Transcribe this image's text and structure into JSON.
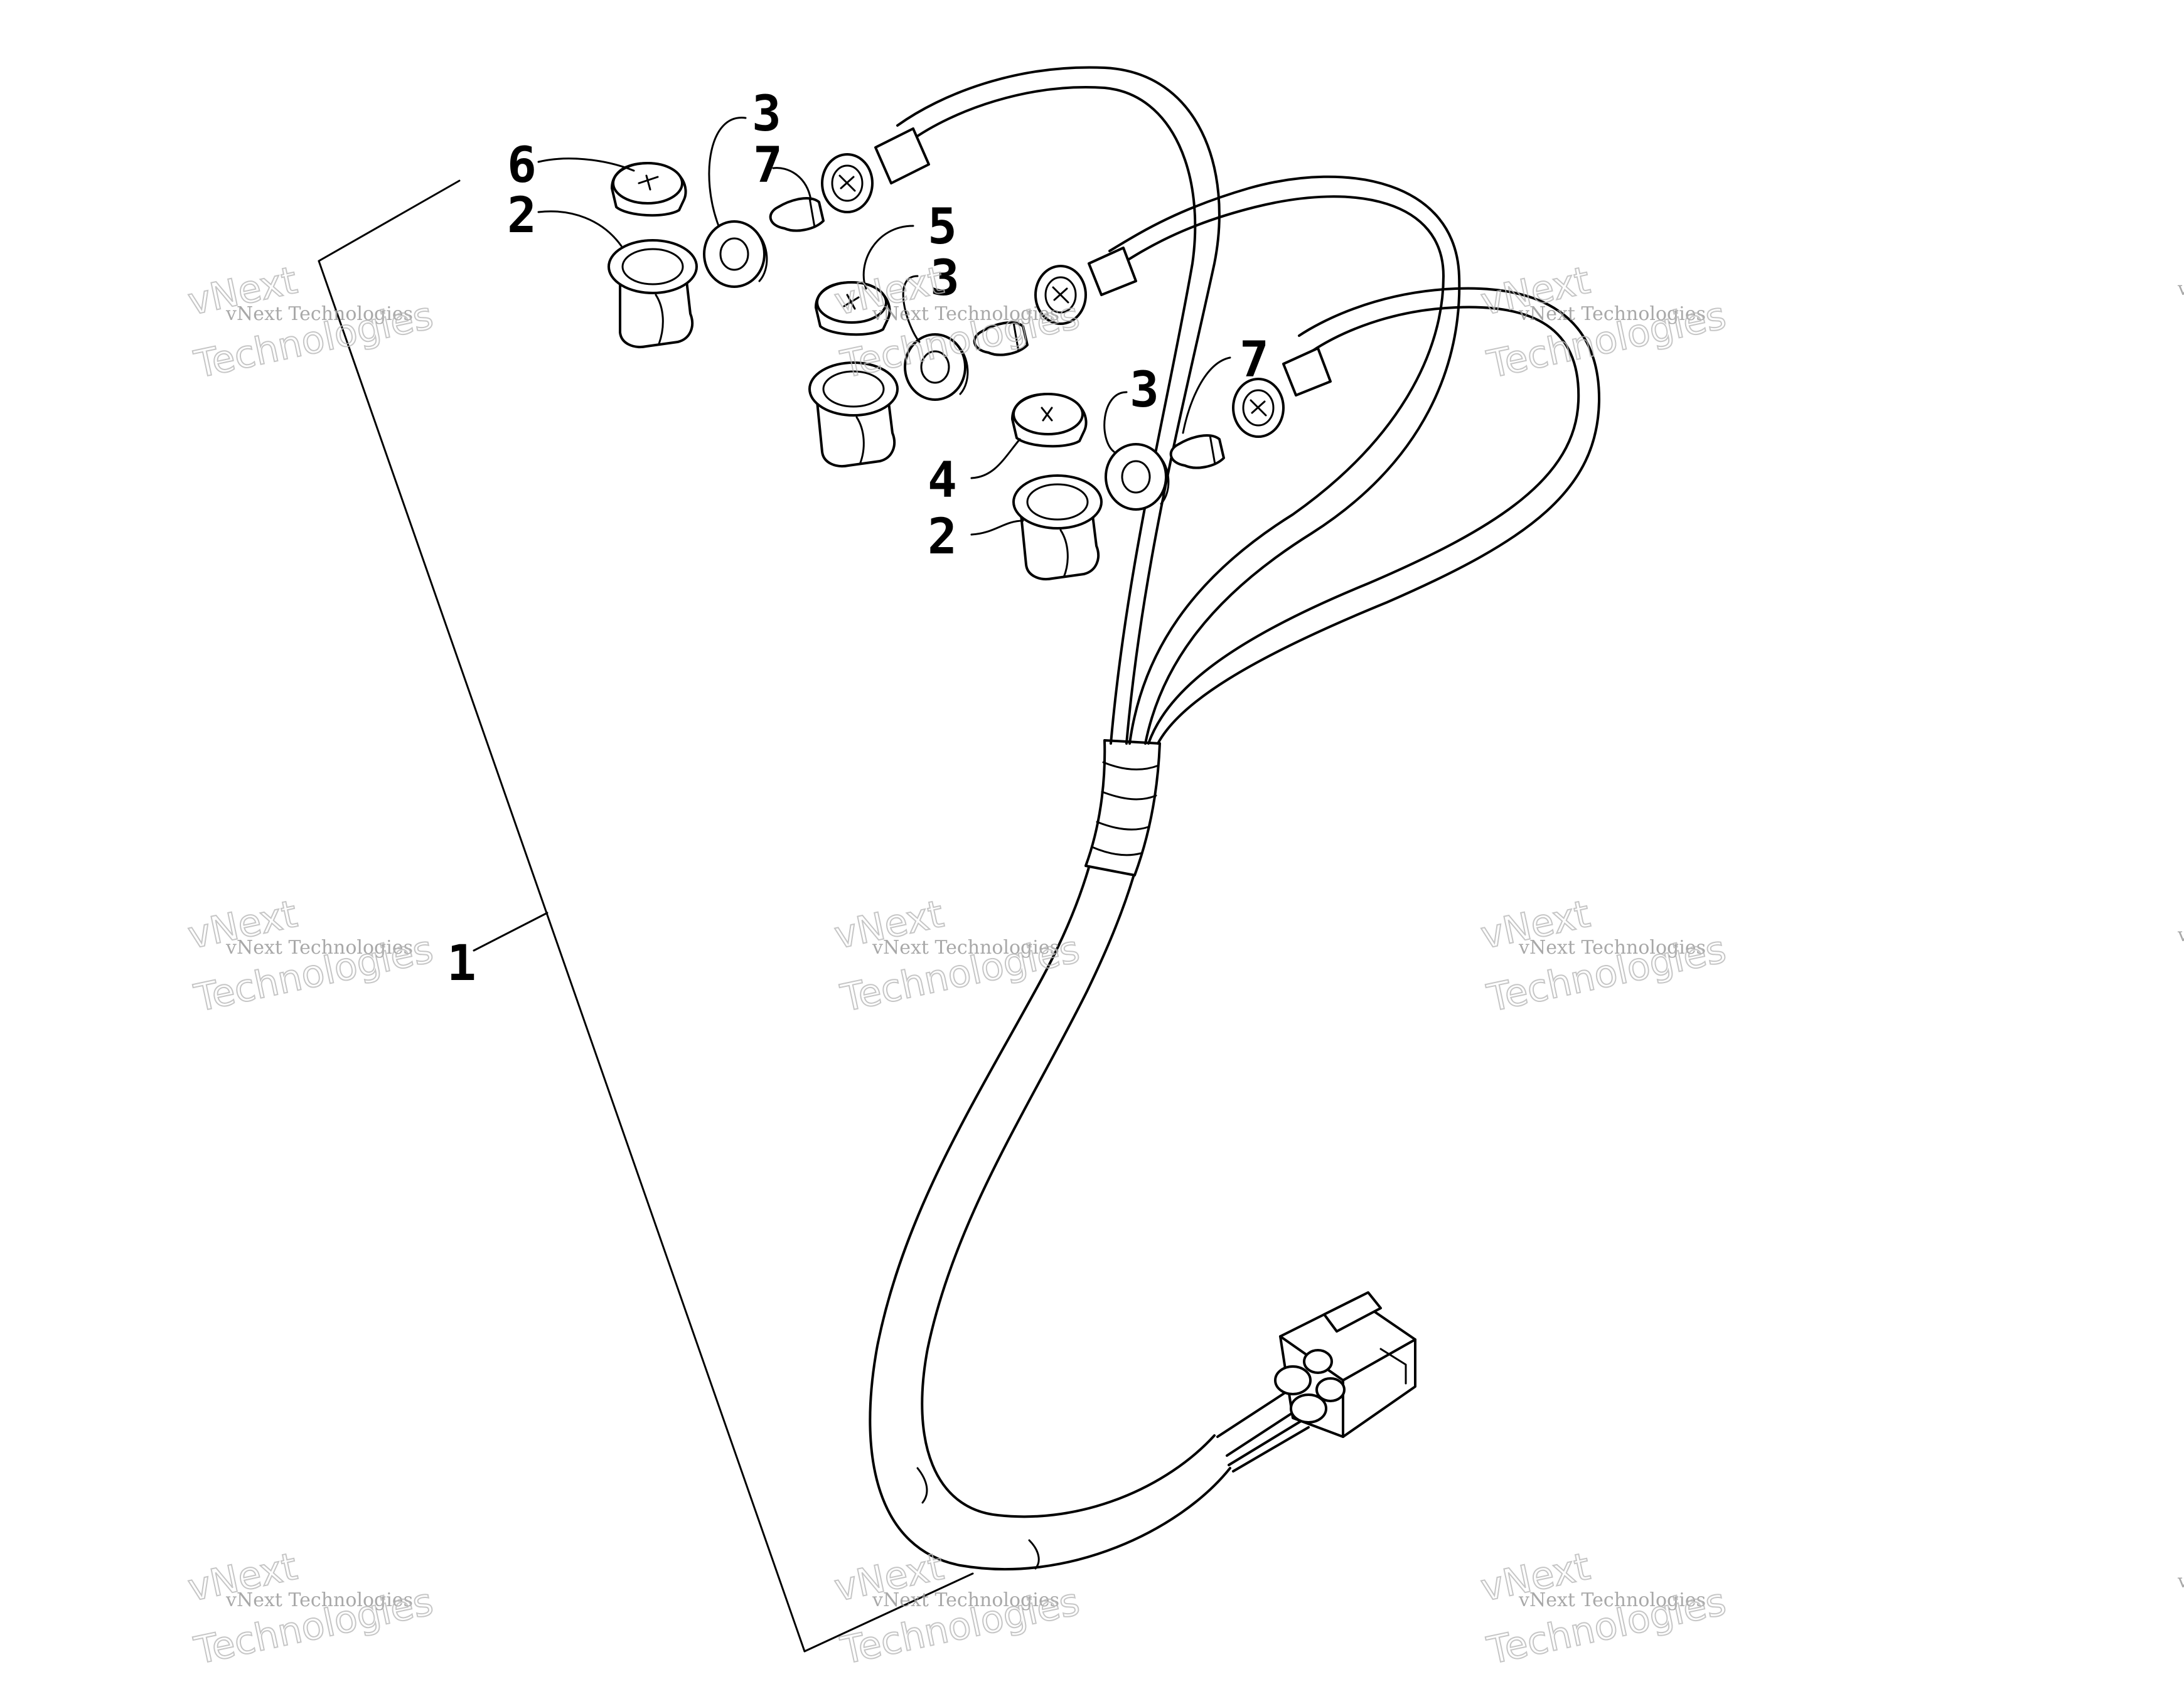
{
  "watermark": {
    "brand": "vNext",
    "line": "vNext Technologies",
    "big": "Technologies"
  },
  "callouts": [
    "1",
    "2",
    "2",
    "3",
    "3",
    "3",
    "4",
    "5",
    "6",
    "7",
    "7"
  ],
  "colors": {
    "ink": "#000000",
    "background": "#ffffff",
    "watermark": "#9a9a9a"
  }
}
